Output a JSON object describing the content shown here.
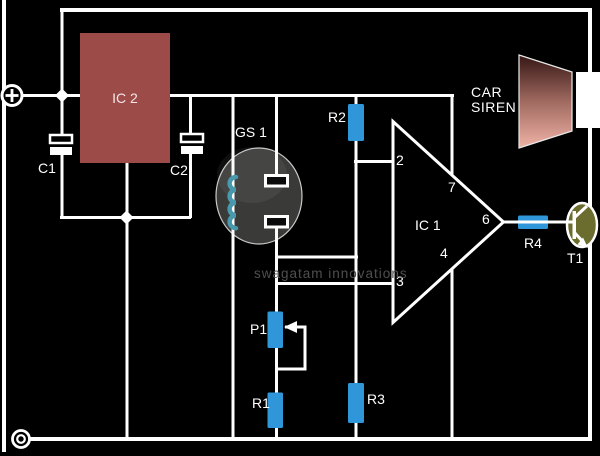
{
  "labels": {
    "ic2": "IC 2",
    "c1": "C1",
    "c2": "C2",
    "gs1": "GS 1",
    "r1": "R1",
    "r2": "R2",
    "r3": "R3",
    "r4": "R4",
    "p1": "P1",
    "t1": "T1",
    "ic1": "IC 1",
    "car_siren_line1": "CAR",
    "car_siren_line2": "SIREN",
    "watermark": "swagatam innovations"
  },
  "pins": {
    "pin2": "2",
    "pin3": "3",
    "pin4": "4",
    "pin6": "6",
    "pin7": "7"
  },
  "colors": {
    "background": "#000000",
    "wire": "#ffffff",
    "resistor_blue": "#2f97d9",
    "ic2_body": "#9d4b49",
    "gs1_body": "#3a3a38",
    "coil_teal": "#4899ad",
    "transistor_olive": "#6b6d2e",
    "cone_dark": "#351614",
    "cone_mid": "#a06a60",
    "cone_light": "#f0b2a6",
    "watermark_gray": "#4f4f4f"
  }
}
